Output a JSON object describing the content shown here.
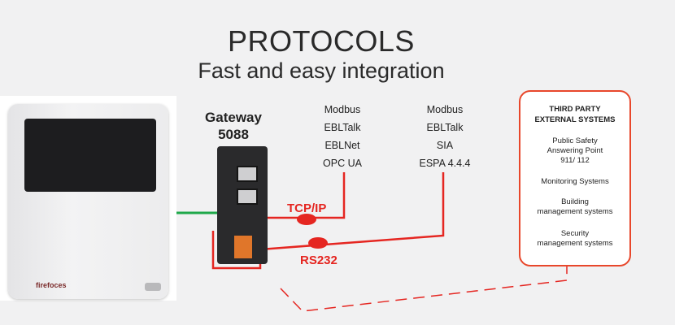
{
  "heading": {
    "title": "PROTOCOLS",
    "subtitle": "Fast and easy integration"
  },
  "panel": {
    "brand": "firefoces"
  },
  "gateway": {
    "line1": "Gateway",
    "line2": "5088"
  },
  "tcp_protocols": [
    "Modbus",
    "EBLTalk",
    "EBLNet",
    "OPC UA"
  ],
  "serial_protocols": [
    "Modbus",
    "EBLTalk",
    "SIA",
    "ESPA 4.4.4"
  ],
  "links": {
    "tcp": "TCP/IP",
    "serial": "RS232"
  },
  "third_party": {
    "title_line1": "THIRD PARTY",
    "title_line2": "EXTERNAL SYSTEMS",
    "items": [
      {
        "l1": "Public Safety",
        "l2": "Answering Point",
        "l3": "911/ 112"
      },
      {
        "l1": "Monitoring Systems"
      },
      {
        "l1": "Building",
        "l2": "management systems"
      },
      {
        "l1": "Security",
        "l2": "management systems"
      }
    ]
  },
  "colors": {
    "accent": "#e52621",
    "link_green": "#1fa84a",
    "box_border": "#e8472b"
  }
}
